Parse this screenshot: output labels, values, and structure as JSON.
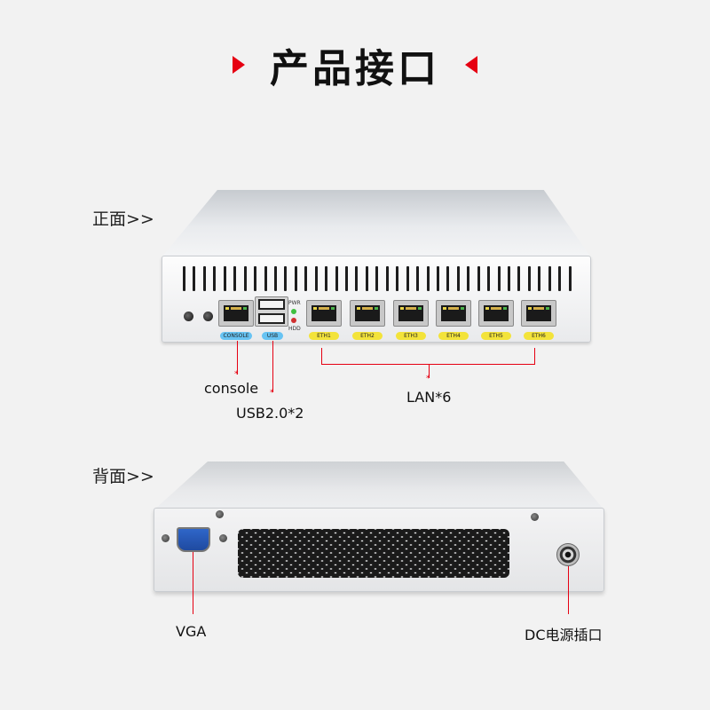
{
  "header": {
    "title": "产品接口"
  },
  "front": {
    "section_label": "正面>>",
    "ports": {
      "console_label": "CONSOLE",
      "usb_label": "USB",
      "pwr_label": "PWR",
      "hdd_label": "HDD",
      "eth_labels": [
        "ETH1",
        "ETH2",
        "ETH3",
        "ETH4",
        "ETH5",
        "ETH6"
      ]
    },
    "annotations": {
      "console": "console",
      "usb": "USB2.0*2",
      "lan": "LAN*6"
    }
  },
  "back": {
    "section_label": "背面>>",
    "annotations": {
      "vga": "VGA",
      "dc": "DC电源插口"
    }
  },
  "colors": {
    "accent": "#e60012",
    "port_label_yellow": "#f3e33a",
    "port_label_blue": "#67c3f3",
    "vga_blue": "#2f66c9"
  }
}
